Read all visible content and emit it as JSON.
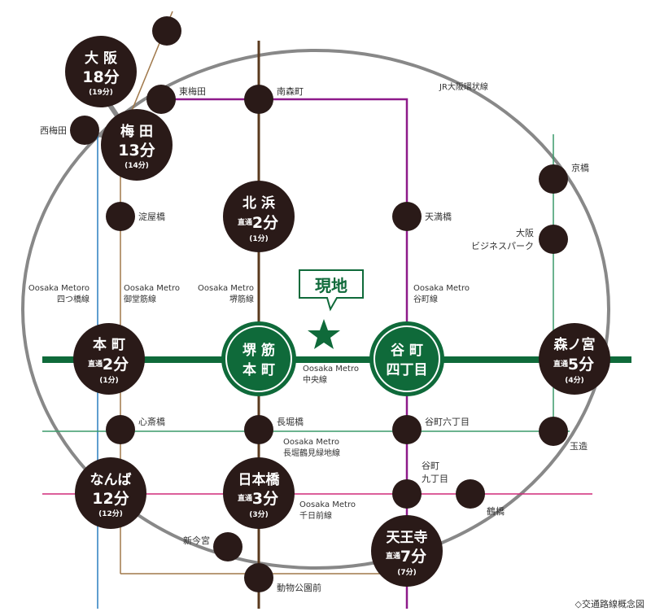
{
  "title_note": "◇交通路線概念図",
  "colors": {
    "chuo": "#0f6a3a",
    "tanimachi": "#8e1a8a",
    "sakaisuji": "#5a3a1e",
    "midosuji_brown": "#a0784a",
    "yotsubashi": "#2a7fbf",
    "nagahori": "#3a9a6a",
    "sennichimae": "#d02a7a",
    "jr_loop": "#888888",
    "station": "#2a1a18",
    "hanshin": "#8a6a40"
  },
  "genchi": {
    "label": "現地",
    "star_icon": "star-icon"
  },
  "lines": {
    "jr_loop": "JR大阪環状線",
    "yotsubashi": [
      "Oosaka Metoro",
      "四つ橋線"
    ],
    "midosuji": [
      "Oosaka Metro",
      "御堂筋線"
    ],
    "sakaisuji": [
      "Oosaka Metro",
      "堺筋線"
    ],
    "tanimachi": [
      "Oosaka Metro",
      "谷町線"
    ],
    "chuo": [
      "Oosaka Metro",
      "中央線"
    ],
    "nagahori": [
      "Oosaka Metro",
      "長堀鶴見緑地線"
    ],
    "sennichimae": [
      "Oosaka Metro",
      "千日前線"
    ]
  },
  "major_stations": {
    "osaka": {
      "name": "大 阪",
      "time": "18分",
      "sub": "(19分)"
    },
    "umeda": {
      "name": "梅 田",
      "time": "13分",
      "sub": "(14分)"
    },
    "kitahama": {
      "name": "北 浜",
      "direct": "直通",
      "time": "2分",
      "sub": "(1分)"
    },
    "hommachi": {
      "name": "本 町",
      "direct": "直通",
      "time": "2分",
      "sub": "(1分)"
    },
    "sakaisuji_hommachi": {
      "name1": "堺 筋",
      "name2": "本 町"
    },
    "tanimachi4": {
      "name1": "谷 町",
      "name2": "四丁目"
    },
    "morinomiya": {
      "name": "森ノ宮",
      "direct": "直通",
      "time": "5分",
      "sub": "(4分)"
    },
    "namba": {
      "name": "なんば",
      "time": "12分",
      "sub": "(12分)"
    },
    "nipponbashi": {
      "name": "日本橋",
      "direct": "直通",
      "time": "3分",
      "sub": "(3分)"
    },
    "tennoji": {
      "name": "天王寺",
      "direct": "直通",
      "time": "7分",
      "sub": "(7分)"
    }
  },
  "minor_stations": {
    "higashi_umeda": "東梅田",
    "minami_morimachi": "南森町",
    "nishi_umeda": "西梅田",
    "yodoyabashi": "淀屋橋",
    "temmabashi": "天満橋",
    "kyobashi": "京橋",
    "obp": [
      "大阪",
      "ビジネスパーク"
    ],
    "shinsaibashi": "心斎橋",
    "nagahoribashi": "長堀橋",
    "tanimachi6": "谷町六丁目",
    "tamatsukuri": "玉造",
    "tanimachi9": [
      "谷町",
      "九丁目"
    ],
    "tsuruhashi": "鶴橋",
    "shin_imamiya": "新今宮",
    "dobutsuen": "動物公園前"
  }
}
